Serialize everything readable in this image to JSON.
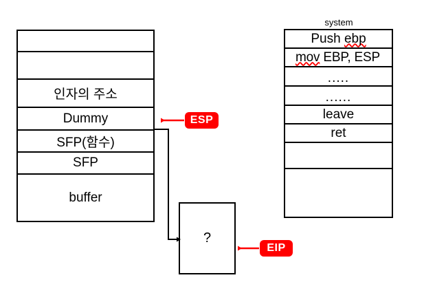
{
  "diagram": {
    "title_caption": "system",
    "stack_frame": {
      "name": "stack-frame-table",
      "rows": [
        {
          "label": "",
          "kind": "empty"
        },
        {
          "label": "",
          "kind": "empty"
        },
        {
          "label": "인자의 주소",
          "kind": "text"
        },
        {
          "label": "Dummy",
          "kind": "text"
        },
        {
          "label": "SFP(함수)",
          "kind": "text"
        },
        {
          "label": "SFP",
          "kind": "text"
        },
        {
          "label": "buffer",
          "kind": "text"
        }
      ]
    },
    "system_function": {
      "name": "system-func-table",
      "rows": [
        {
          "label": "Push ebp",
          "kind": "code",
          "misspelled": "ebp"
        },
        {
          "label": "mov EBP, ESP",
          "kind": "code",
          "misspelled": "mov"
        },
        {
          "label": ".....",
          "kind": "dots"
        },
        {
          "label": "......",
          "kind": "dots"
        },
        {
          "label": "leave",
          "kind": "code"
        },
        {
          "label": "ret",
          "kind": "code"
        },
        {
          "label": "",
          "kind": "empty"
        },
        {
          "label": "",
          "kind": "empty"
        }
      ]
    },
    "unknown_box": {
      "label": "?"
    },
    "registers": [
      {
        "id": "esp",
        "label": "ESP",
        "color": "#ff0000",
        "points_to": "Dummy"
      },
      {
        "id": "eip",
        "label": "EIP",
        "color": "#ff0000",
        "points_to": "?"
      }
    ],
    "connector": {
      "from": "Dummy",
      "to": "?",
      "color": "#000000"
    },
    "colors": {
      "badge_fill": "#ff0000",
      "badge_text": "#ffffff",
      "border": "#000000",
      "spellcheck": "#ff0000",
      "background": "#ffffff"
    }
  }
}
